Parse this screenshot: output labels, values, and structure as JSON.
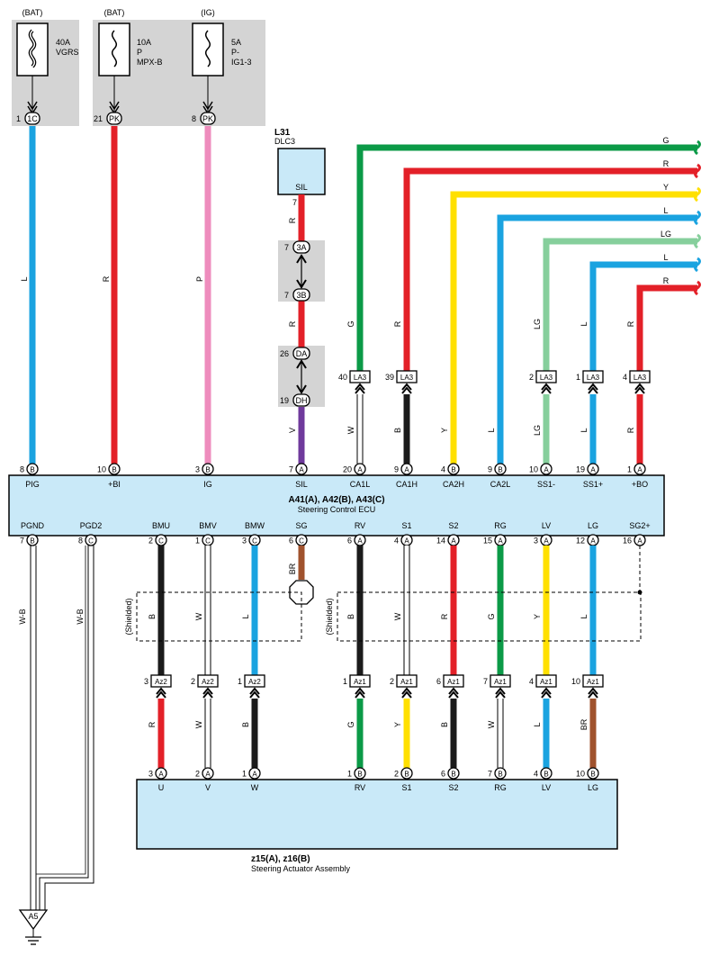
{
  "sources": [
    {
      "type": "(BAT)",
      "rating": "40A",
      "name": "VGRS",
      "pin": "1",
      "conn": "1C",
      "wire": "L"
    },
    {
      "type": "(BAT)",
      "rating": "10A",
      "name": "P",
      "name2": "MPX-B",
      "pin": "21",
      "conn": "PK",
      "wire": "R"
    },
    {
      "type": "(IG)",
      "rating": "5A",
      "name": "P-",
      "name2": "IG1-3",
      "pin": "8",
      "conn": "PK",
      "wire": "P"
    }
  ],
  "dlc": {
    "id": "L31",
    "name": "DLC3",
    "terminal": "SIL",
    "pin": "7",
    "wire_top": "R",
    "wire_mid": "R",
    "wire_bot": "V",
    "j1": {
      "pin_a": "7",
      "conn_a": "3A",
      "pin_b": "7",
      "conn_b": "3B"
    },
    "j2": {
      "pin_a": "26",
      "conn_a": "DA",
      "pin_b": "19",
      "conn_b": "DH"
    }
  },
  "right_bus": [
    {
      "wire": "G",
      "pin": "40",
      "conn": "LA3",
      "wire_below": "W"
    },
    {
      "wire": "R",
      "pin": "39",
      "conn": "LA3",
      "wire_below": "B"
    },
    {
      "wire": "Y",
      "wire_below": "Y"
    },
    {
      "wire": "L",
      "wire_below": "L"
    },
    {
      "wire": "LG",
      "wire_mid": "LG",
      "pin": "2",
      "conn": "LA3",
      "wire_below": "LG"
    },
    {
      "wire": "L",
      "wire_mid": "L",
      "pin": "1",
      "conn": "LA3",
      "wire_below": "L"
    },
    {
      "wire": "R",
      "wire_mid": "R",
      "pin": "4",
      "conn": "LA3",
      "wire_below": "R"
    }
  ],
  "ecu": {
    "title": "A41(A), A42(B), A43(C)",
    "name": "Steering Control ECU",
    "top_pins": [
      {
        "pin": "8",
        "conn": "B",
        "label": "PIG"
      },
      {
        "pin": "10",
        "conn": "B",
        "label": "+BI"
      },
      {
        "pin": "3",
        "conn": "B",
        "label": "IG"
      },
      {
        "pin": "7",
        "conn": "A",
        "label": "SIL"
      },
      {
        "pin": "20",
        "conn": "A",
        "label": "CA1L"
      },
      {
        "pin": "9",
        "conn": "A",
        "label": "CA1H"
      },
      {
        "pin": "4",
        "conn": "B",
        "label": "CA2H"
      },
      {
        "pin": "9",
        "conn": "B",
        "label": "CA2L"
      },
      {
        "pin": "10",
        "conn": "A",
        "label": "SS1-"
      },
      {
        "pin": "19",
        "conn": "A",
        "label": "SS1+"
      },
      {
        "pin": "1",
        "conn": "A",
        "label": "+BO"
      }
    ],
    "bottom_pins": [
      {
        "pin": "7",
        "conn": "B",
        "label": "PGND"
      },
      {
        "pin": "8",
        "conn": "C",
        "label": "PGD2"
      },
      {
        "pin": "2",
        "conn": "C",
        "label": "BMU"
      },
      {
        "pin": "1",
        "conn": "C",
        "label": "BMV"
      },
      {
        "pin": "3",
        "conn": "C",
        "label": "BMW"
      },
      {
        "pin": "6",
        "conn": "C",
        "label": "SG"
      },
      {
        "pin": "6",
        "conn": "A",
        "label": "RV"
      },
      {
        "pin": "4",
        "conn": "A",
        "label": "S1"
      },
      {
        "pin": "14",
        "conn": "A",
        "label": "S2"
      },
      {
        "pin": "15",
        "conn": "A",
        "label": "RG"
      },
      {
        "pin": "3",
        "conn": "A",
        "label": "LV"
      },
      {
        "pin": "12",
        "conn": "A",
        "label": "LG"
      },
      {
        "pin": "16",
        "conn": "A",
        "label": "SG2+"
      }
    ]
  },
  "lower_wires": [
    {
      "upper": "W-B"
    },
    {
      "upper": "W-B"
    },
    {
      "upper": "B",
      "pin": "3",
      "conn": "Az2",
      "lower": "R"
    },
    {
      "upper": "W",
      "pin": "2",
      "conn": "Az2",
      "lower": "W"
    },
    {
      "upper": "L",
      "pin": "1",
      "conn": "Az2",
      "lower": "B"
    },
    {
      "upper": "BR"
    },
    {
      "upper": "B",
      "pin": "1",
      "conn": "Az1",
      "lower": "G"
    },
    {
      "upper": "W",
      "pin": "2",
      "conn": "Az1",
      "lower": "Y"
    },
    {
      "upper": "R",
      "pin": "6",
      "conn": "Az1",
      "lower": "B"
    },
    {
      "upper": "G",
      "pin": "7",
      "conn": "Az1",
      "lower": "W"
    },
    {
      "upper": "Y",
      "pin": "4",
      "conn": "Az1",
      "lower": "L"
    },
    {
      "upper": "L",
      "pin": "10",
      "conn": "Az1",
      "lower": "BR"
    }
  ],
  "shielded_label": "(Shielded)",
  "actuator": {
    "title": "z15(A), z16(B)",
    "name": "Steering Actuator Assembly",
    "pins": [
      {
        "pin": "3",
        "conn": "A",
        "label": "U"
      },
      {
        "pin": "2",
        "conn": "A",
        "label": "V"
      },
      {
        "pin": "1",
        "conn": "A",
        "label": "W"
      },
      {
        "pin": "1",
        "conn": "B",
        "label": "RV"
      },
      {
        "pin": "2",
        "conn": "B",
        "label": "S1"
      },
      {
        "pin": "6",
        "conn": "B",
        "label": "S2"
      },
      {
        "pin": "7",
        "conn": "B",
        "label": "RG"
      },
      {
        "pin": "4",
        "conn": "B",
        "label": "LV"
      },
      {
        "pin": "10",
        "conn": "B",
        "label": "LG"
      }
    ]
  },
  "ground": {
    "label": "A5"
  },
  "colors": {
    "L": "#1aa3e0",
    "R": "#e32028",
    "P": "#ee8cbd",
    "G": "#0b9a47",
    "Y": "#ffe000",
    "LG": "#86cf9c",
    "V": "#6f3a9c",
    "B": "#1b1b1b",
    "W": "#ffffff",
    "BR": "#a0522d",
    "box": "#c9e9f8",
    "shade": "#d4d4d4"
  }
}
